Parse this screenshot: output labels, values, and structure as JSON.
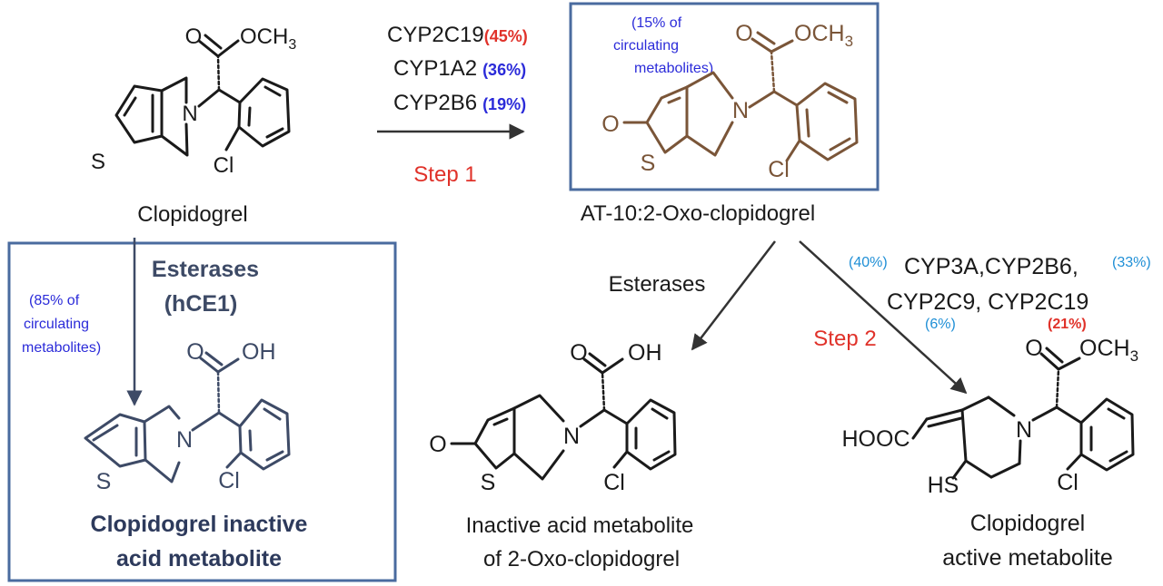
{
  "structures": {
    "clopidogrel": {
      "name": "Clopidogrel",
      "atoms": {
        "carbonyl_o": "O",
        "methoxy": "OCH",
        "sub3": "3",
        "nitrogen": "N",
        "sulfur": "S",
        "chlorine": "Cl"
      }
    },
    "oxo": {
      "name": "AT-10:2-Oxo-clopidogrel",
      "note": [
        "(15% of",
        "circulating",
        "metabolites)"
      ],
      "atoms": {
        "carbonyl_o": "O",
        "methoxy": "OCH",
        "sub3": "3",
        "oxo_o": "O",
        "nitrogen": "N",
        "sulfur": "S",
        "chlorine": "Cl"
      }
    },
    "inactive_acid": {
      "name": [
        "Clopidogrel inactive",
        "acid metabolite"
      ],
      "note": [
        "(85% of",
        "circulating",
        "metabolites)"
      ],
      "atoms": {
        "carbonyl_o": "O",
        "hydroxyl": "OH",
        "nitrogen": "N",
        "sulfur": "S",
        "chlorine": "Cl"
      }
    },
    "oxo_acid": {
      "name": [
        "Inactive acid metabolite",
        "of 2-Oxo-clopidogrel"
      ],
      "atoms": {
        "carbonyl_o": "O",
        "hydroxyl": "OH",
        "oxo_o": "O",
        "nitrogen": "N",
        "sulfur": "S",
        "chlorine": "Cl"
      }
    },
    "active": {
      "name": [
        "Clopidogrel",
        "active metabolite"
      ],
      "atoms": {
        "carbonyl_o": "O",
        "methoxy": "OCH",
        "sub3": "3",
        "nitrogen": "N",
        "acid": "HOOC",
        "thiol": "HS",
        "chlorine": "Cl"
      }
    }
  },
  "step1": {
    "label": "Step 1",
    "enzymes": [
      {
        "name": "CYP2C19",
        "pct": "(45%)"
      },
      {
        "name": "CYP1A2",
        "pct": "(36%)"
      },
      {
        "name": "CYP2B6",
        "pct": "(19%)"
      }
    ]
  },
  "step2": {
    "label": "Step 2",
    "line1": "CYP3A,CYP2B6,",
    "line2": "CYP2C9, CYP2C19",
    "pcts": [
      "(40%)",
      "(33%)",
      "(6%)",
      "(21%)"
    ]
  },
  "esterases_left": {
    "line1": "Esterases",
    "line2": "(hCE1)"
  },
  "esterases_mid": {
    "label": "Esterases"
  },
  "colors": {
    "black": "#1a1a1a",
    "brown": "#7a5538",
    "slate": "#3d4a66",
    "box": "#4a6b9f",
    "red": "#e0322a",
    "blue": "#2b2bd9",
    "lightblue": "#1f8fd6",
    "navy": "#2d3a5c"
  }
}
